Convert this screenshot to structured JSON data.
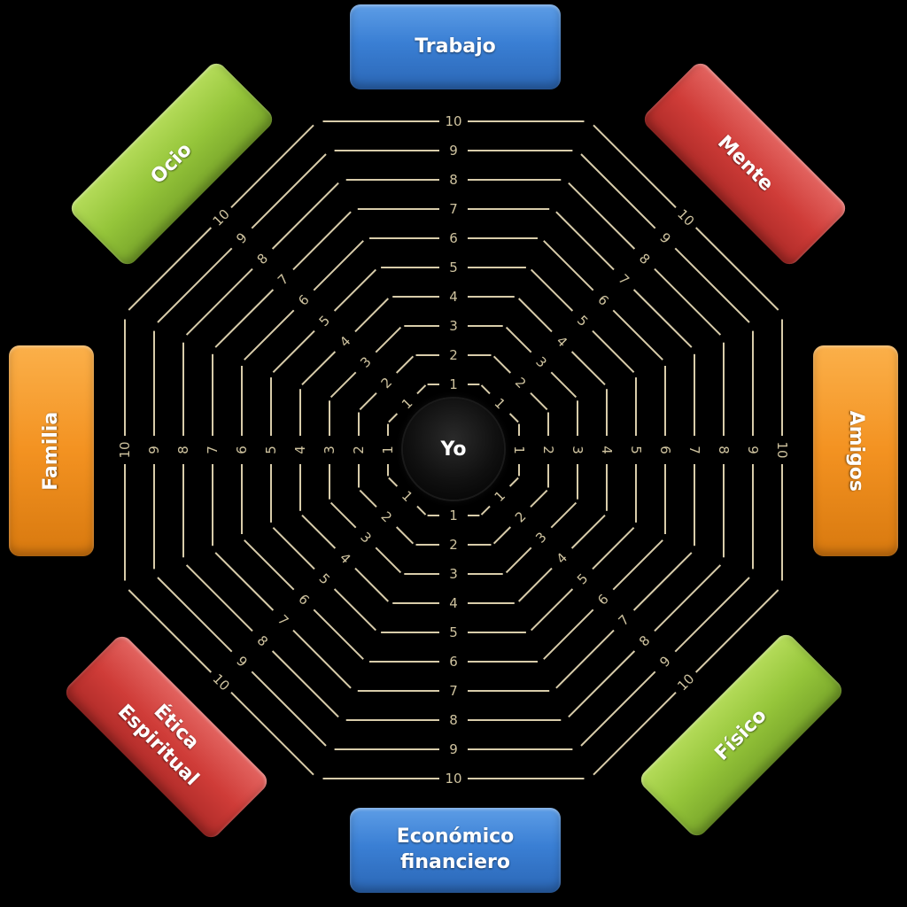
{
  "center_label": "Yo",
  "scale_labels": [
    "1",
    "2",
    "3",
    "4",
    "5",
    "6",
    "7",
    "8",
    "9",
    "10"
  ],
  "areas": {
    "top": "Trabajo",
    "top_right": "Mente",
    "right": "Amigos",
    "bottom_right": "Físico",
    "bottom": "Económico\nfinanciero",
    "bottom_left": "Ética\nEspiritual",
    "left": "Familia",
    "top_left": "Ocio"
  },
  "colors": {
    "blue": "#3a7fd4",
    "red": "#cf3c38",
    "green": "#95c53a",
    "orange": "#f39221",
    "rings": "#d8ccaa"
  }
}
